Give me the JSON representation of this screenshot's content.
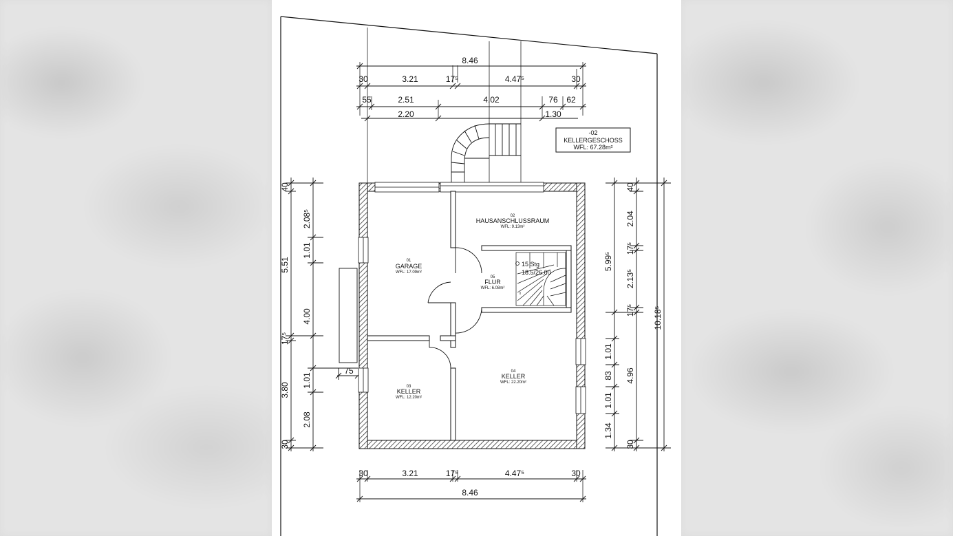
{
  "dims": {
    "top_total": "8.46",
    "top_30a": "30",
    "top_321": "3.21",
    "top_175": "17⁵",
    "top_4475": "4.47⁵",
    "top_30b": "30",
    "r2_55": "55",
    "r2_251": "2.51",
    "r2_402": "4.02",
    "r2_76": "76",
    "r2_62": "62",
    "r3_220": "2.20",
    "r3_130": "1.30",
    "left_40": "40",
    "left_2085": "2.08⁵",
    "left_101a": "1.01",
    "left_551": "5.51",
    "left_400": "4.00",
    "left_175": "17⁵",
    "left_101b": "1.01",
    "left_380": "3.80",
    "left_208": "2.08",
    "left_30": "30",
    "left_75": "75",
    "right_40": "40",
    "right_204": "2.04",
    "right_175a": "17⁵",
    "right_5995": "5.99⁵",
    "right_2135": "2.13⁵",
    "right_175b": "17⁵",
    "right_10185": "10.18⁵",
    "right_101a": "1.01",
    "right_83": "83",
    "right_496": "4.96",
    "right_101b": "1.01",
    "right_134": "1.34",
    "right_30": "30",
    "bot_30a": "30",
    "bot_321": "3.21",
    "bot_175": "17⁵",
    "bot_4475": "4.47⁵",
    "bot_30b": "30",
    "bot_total": "8.46"
  },
  "legend": {
    "code": "-02",
    "name": "KELLERGESCHOSS",
    "area": "WFL: 67.28m²"
  },
  "rooms": {
    "garage": {
      "num": "01",
      "name": "GARAGE",
      "area": "WFL: 17.09m²"
    },
    "hausanschluss": {
      "num": "02",
      "name": "HAUSANSCHLUSSRAUM",
      "area": "WFL: 9.13m²"
    },
    "keller3": {
      "num": "03",
      "name": "KELLER",
      "area": "WFL: 12.20m²"
    },
    "keller4": {
      "num": "04",
      "name": "KELLER",
      "area": "WFL: 22.20m²"
    },
    "flur": {
      "num": "05",
      "name": "FLUR",
      "area": "WFL: 6.08m²"
    }
  },
  "stair": {
    "steps": "15 Stg",
    "ratio": "18.5/26.00"
  }
}
